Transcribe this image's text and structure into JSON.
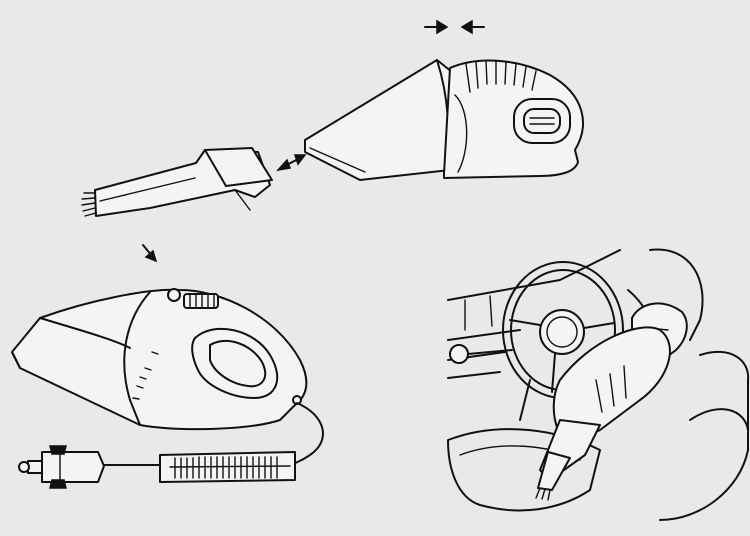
{
  "figure": {
    "panels": [
      {
        "id": "attach-crevice-nozzle",
        "arrows": [
          "press-inward",
          "attach-direction"
        ]
      },
      {
        "id": "vacuum-with-cord"
      },
      {
        "id": "use-in-car"
      }
    ],
    "icons": [
      "arrow-icon",
      "handheld-vacuum-icon",
      "crevice-brush-icon",
      "power-plug-icon",
      "steering-wheel-icon",
      "hand-icon"
    ],
    "colors": {
      "ink": "#111111",
      "paper": "#e9e9e7"
    }
  }
}
